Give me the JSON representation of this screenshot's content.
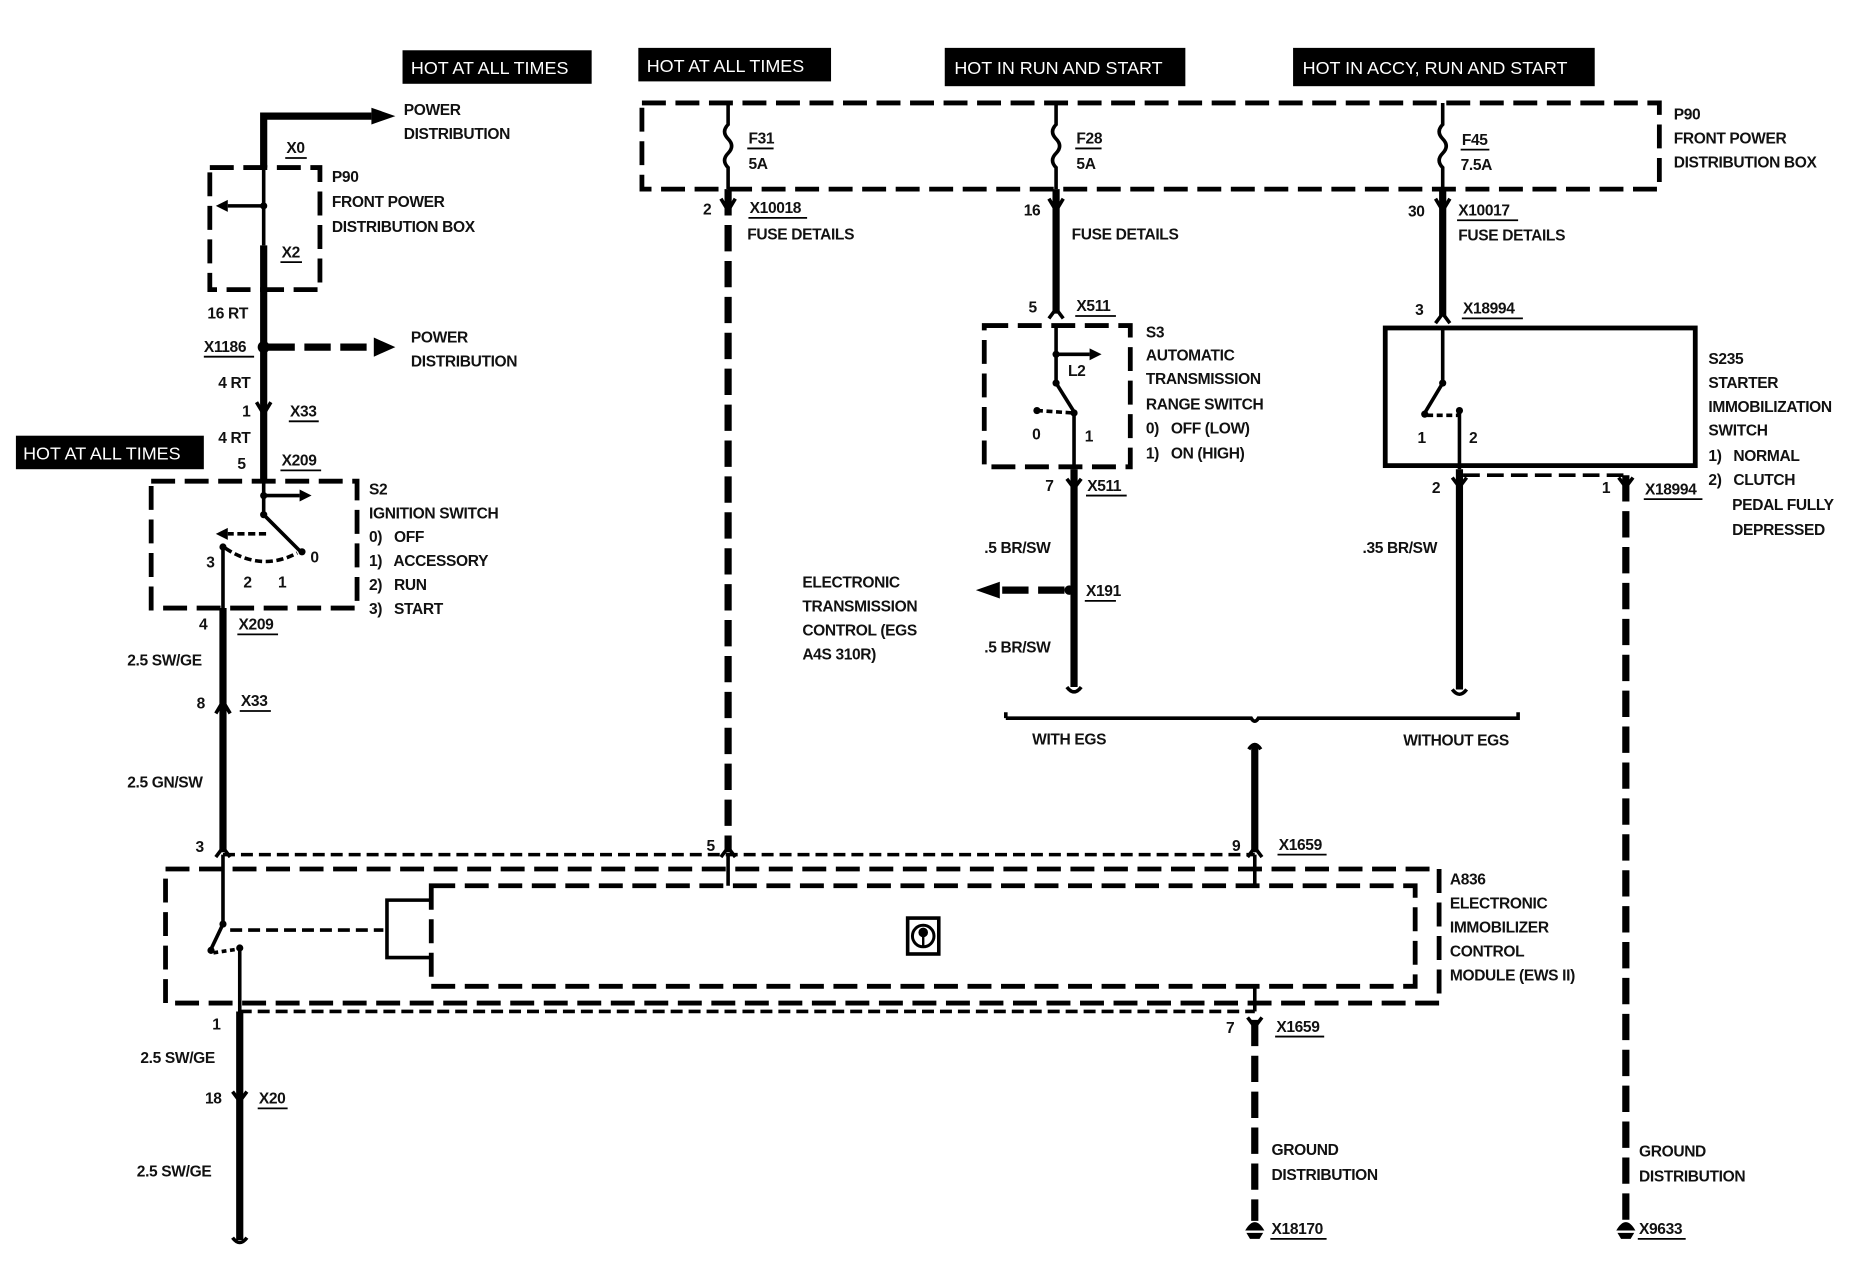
{
  "banners": [
    {
      "id": "hot-all-times-1",
      "text": "HOT AT ALL TIMES"
    },
    {
      "id": "hot-all-times-2",
      "text": "HOT AT ALL TIMES"
    },
    {
      "id": "hot-run-start",
      "text": "HOT IN RUN AND START"
    },
    {
      "id": "hot-accy-run-start",
      "text": "HOT IN ACCY, RUN AND START"
    },
    {
      "id": "hot-all-times-3",
      "text": "HOT AT ALL TIMES"
    }
  ],
  "left_branch": {
    "power_distribution_top": [
      "POWER",
      "DISTRIBUTION"
    ],
    "x0": "X0",
    "p90": [
      "P90",
      "FRONT POWER",
      "DISTRIBUTION BOX"
    ],
    "x2": "X2",
    "wire_16rt": "16 RT",
    "x1186": "X1186",
    "power_distribution_mid": [
      "POWER",
      "DISTRIBUTION"
    ],
    "wire_4rt_a": "4 RT",
    "pin_1": "1",
    "x33_top": "X33",
    "wire_4rt_b": "4 RT",
    "pin_5": "5",
    "x209_top": "X209",
    "s2": [
      "S2",
      "IGNITION SWITCH",
      "0)   OFF",
      "1)   ACCESSORY",
      "2)   RUN",
      "3)   START"
    ],
    "s2_positions": [
      "3",
      "2",
      "1",
      "0"
    ],
    "pin_4": "4",
    "x209_bottom": "X209",
    "wire_25swge_a": "2.5 SW/GE",
    "pin_8": "8",
    "x33_bottom": "X33",
    "wire_25gnsw": "2.5 GN/SW",
    "pin_3": "3",
    "pin_1b": "1",
    "wire_25swge_b": "2.5 SW/GE",
    "pin_18": "18",
    "x20": "X20",
    "wire_25swge_c": "2.5 SW/GE"
  },
  "fuse_box": {
    "p90": [
      "P90",
      "FRONT POWER",
      "DISTRIBUTION BOX"
    ],
    "fuses": [
      {
        "name": "F31",
        "rating": "5A",
        "pin": "2",
        "connector": "X10018",
        "details": "FUSE DETAILS"
      },
      {
        "name": "F28",
        "rating": "5A",
        "pin": "16",
        "connector": "",
        "details": "FUSE DETAILS"
      },
      {
        "name": "F45",
        "rating": "7.5A",
        "pin": "30",
        "connector": "X10017",
        "details": "FUSE DETAILS"
      }
    ]
  },
  "s3": {
    "pin_top": "5",
    "x511_top": "X511",
    "label": [
      "S3",
      "AUTOMATIC",
      "TRANSMISSION",
      "RANGE SWITCH",
      "0)   OFF (LOW)",
      "1)   ON (HIGH)"
    ],
    "l2": "L2",
    "pos0": "0",
    "pos1": "1",
    "pin_bottom": "7",
    "x511_bottom": "X511",
    "wire_a": ".5 BR/SW",
    "x191": "X191",
    "egs_label": [
      "ELECTRONIC",
      "TRANSMISSION",
      "CONTROL (EGS",
      "A4S 310R)"
    ],
    "wire_b": ".5 BR/SW"
  },
  "s235": {
    "pin_top": "3",
    "x18994_top": "X18994",
    "label": [
      "S235",
      "STARTER",
      "IMMOBILIZATION",
      "SWITCH",
      "1)   NORMAL",
      "2)   CLUTCH",
      "      PEDAL FULLY",
      "      DEPRESSED"
    ],
    "pos1": "1",
    "pos2": "2",
    "pin_2": "2",
    "pin_1": "1",
    "x18994_bottom": "X18994",
    "wire": ".35 BR/SW"
  },
  "options": {
    "with_egs": "WITH EGS",
    "without_egs": "WITHOUT EGS"
  },
  "a836": {
    "pin_3": "3",
    "pin_5": "5",
    "pin_9": "9",
    "x1659_top": "X1659",
    "label": [
      "A836",
      "ELECTRONIC",
      "IMMOBILIZER",
      "CONTROL",
      "MODULE (EWS II)"
    ],
    "pin_7": "7",
    "x1659_bottom": "X1659"
  },
  "grounds": [
    {
      "label": [
        "GROUND",
        "DISTRIBUTION"
      ],
      "connector": "X18170"
    },
    {
      "label": [
        "GROUND",
        "DISTRIBUTION"
      ],
      "connector": "X9633"
    }
  ]
}
